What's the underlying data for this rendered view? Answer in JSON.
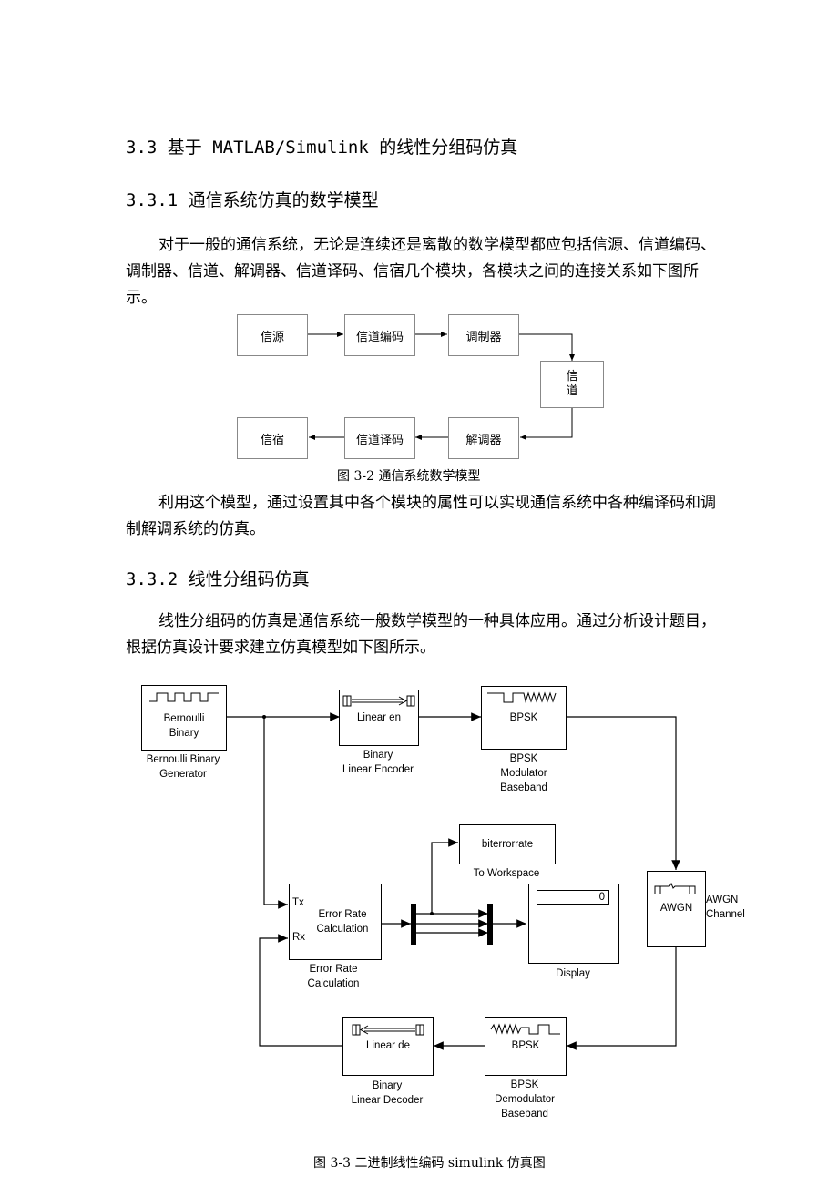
{
  "sections": {
    "s33": "3.3 基于 MATLAB/Simulink 的线性分组码仿真",
    "s331": "3.3.1 通信系统仿真的数学模型",
    "s332": "3.3.2 线性分组码仿真"
  },
  "paragraphs": {
    "p1": "对于一般的通信系统，无论是连续还是离散的数学模型都应包括信源、信道编码、调制器、信道、解调器、信道译码、信宿几个模块，各模块之间的连接关系如下图所示。",
    "p2": "利用这个模型，通过设置其中各个模块的属性可以实现通信系统中各种编译码和调制解调系统的仿真。",
    "p3": "线性分组码的仿真是通信系统一般数学模型的一种具体应用。通过分析设计题目，根据仿真设计要求建立仿真模型如下图所示。"
  },
  "fig32": {
    "blocks": {
      "source": "信源",
      "encoder": "信道编码",
      "modulator": "调制器",
      "channel": "信\n道",
      "demodulator": "解调器",
      "decoder": "信道译码",
      "sink": "信宿"
    },
    "caption": "图 3-2 通信系统数学模型"
  },
  "fig33": {
    "blocks": {
      "bernoulli": "Bernoulli\nBinary",
      "bernoulli_label": "Bernoulli Binary\nGenerator",
      "encoder": "Linear en",
      "encoder_label": "Binary\nLinear Encoder",
      "bpsk_mod": "BPSK",
      "bpsk_mod_label": "BPSK\nModulator\nBaseband",
      "to_ws": "biterrorrate",
      "to_ws_label": "To Workspace",
      "err_tx": "Tx",
      "err_rx": "Rx",
      "err": "Error Rate\nCalculation",
      "err_label": "Error Rate\nCalculation",
      "display_value": "0",
      "display_label": "Display",
      "awgn": "AWGN",
      "awgn_label": "AWGN\nChannel",
      "decoder": "Linear de",
      "decoder_label": "Binary\nLinear Decoder",
      "bpsk_demod": "BPSK",
      "bpsk_demod_label": "BPSK\nDemodulator\nBaseband"
    },
    "caption": "图 3-3 二进制线性编码 simulink 仿真图"
  }
}
